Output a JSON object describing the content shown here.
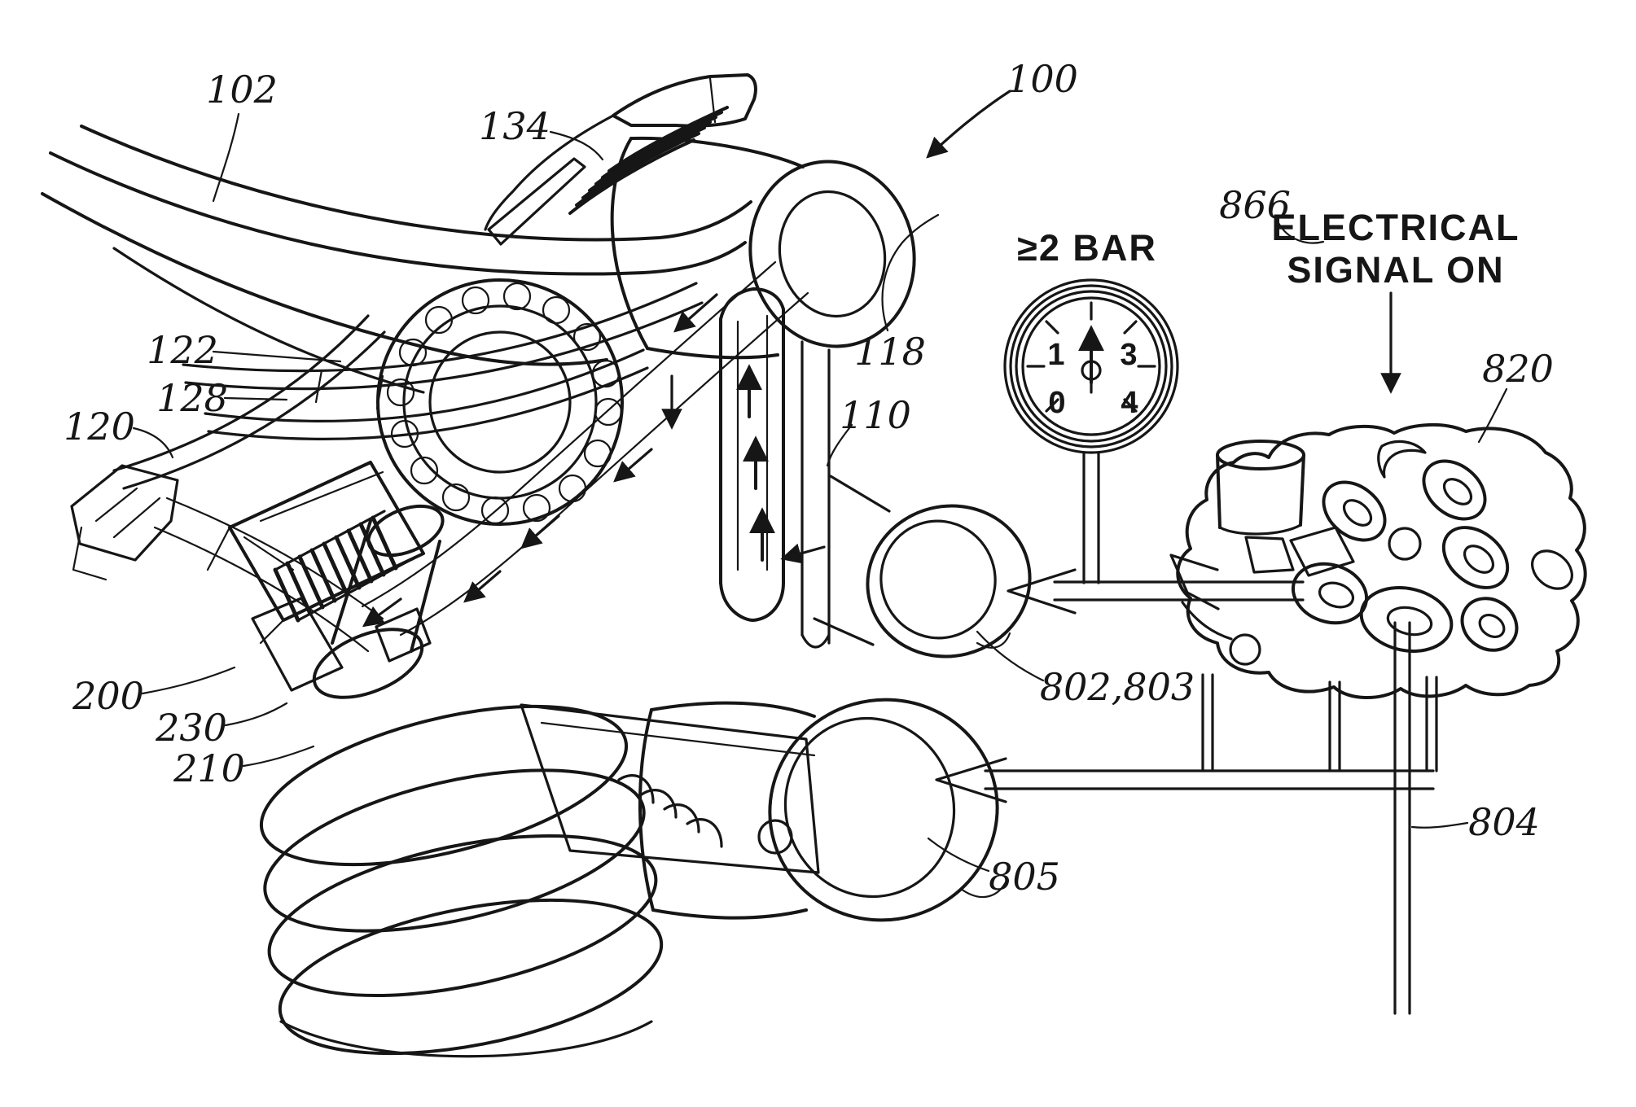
{
  "figure": {
    "title": "Patent-style line drawing of a valvetrain assembly with hydraulic lash adjuster, pressure gauge and solenoid valve block",
    "background_color": "#ffffff",
    "ink_color": "#161616",
    "labels": {
      "l100": "100",
      "l102": "102",
      "l110": "110",
      "l118": "118",
      "l120": "120",
      "l122": "122",
      "l128": "128",
      "l134": "134",
      "l200": "200",
      "l210": "210",
      "l230": "230",
      "l802_803": "802,803",
      "l804": "804",
      "l805": "805",
      "l820": "820",
      "l866": "866"
    },
    "gauge": {
      "reading_label": "≥2 BAR",
      "dial_numbers": [
        "1",
        "3",
        "0",
        "4"
      ],
      "needle_position": "pointing straight up (at 2)"
    },
    "electrical_note": {
      "ref": "866",
      "line1": "ELECTRICAL",
      "line2": "SIGNAL ON"
    },
    "icons": {
      "flow_arrow": "filled triangular flow-direction arrow",
      "pointer_arrow": "reference pointer arrow (100)",
      "signal_arrow": "downward electrical-signal arrow",
      "hydraulic_arrowheads": "open V arrowheads on double-line hydraulic pipes",
      "gauge_needle": "vertical gauge needle with arrow tip"
    }
  }
}
